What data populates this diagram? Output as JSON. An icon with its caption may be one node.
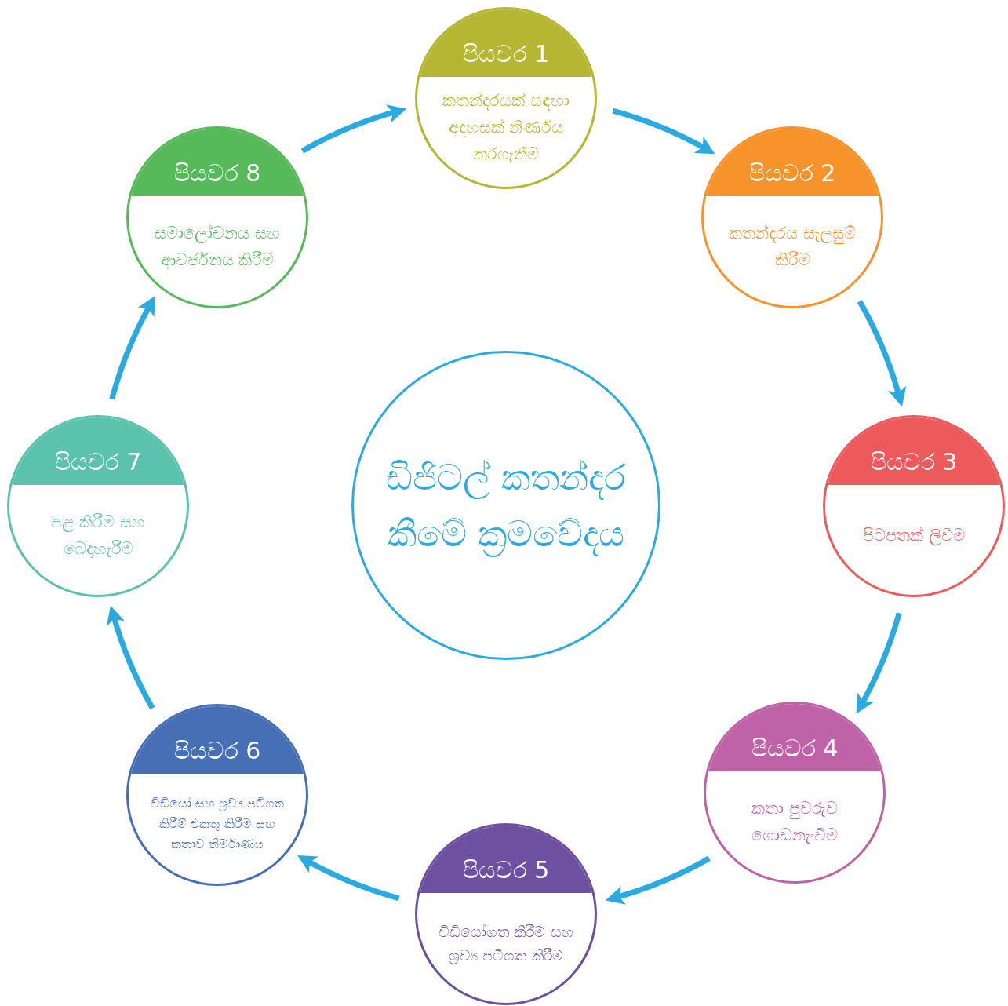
{
  "diagram": {
    "nodes": [
      {
        "text": [
          "පියවර 1",
          "කතන්දරයක් සඳහා අදහසක් නිර්ණය කරගැනීම"
        ]
      },
      {
        "text": [
          "පියවර 2",
          "කතන්දරය සැලසුම් කිරීම"
        ]
      },
      {
        "text": [
          "පියවර 3",
          "පිටපතක් ලිවීම"
        ]
      },
      {
        "text": [
          "පියවර 4",
          "කතා පුවරුව ගොඩනැංවීම"
        ]
      },
      {
        "text": [
          "පියවර 5",
          "වීඩියෝගත කිරීම සහ ශ්‍රව්‍ය පටිගත කිරීම"
        ]
      },
      {
        "text": [
          "පියවර 6",
          "වීඩියෝ සහ ශ්‍රව්‍ය පටිගත කිරීම් එකතු කිරීම සහ කතාව නිර්මාණය"
        ]
      },
      {
        "text": [
          "පියවර 7",
          "පළ කිරීම සහ බෙදාහැරීම"
        ]
      },
      {
        "text": [
          "පියවර 8",
          "සමාලෝචනය සහ ආවර්ජනය කිරීම"
        ]
      },
      {
        "text": [
          "ඩිජිටල් කතන්දර කීමේ ක්‍රමවේදය"
        ]
      }
    ],
    "edges": [
      {
        "from": 0,
        "to": 1,
        "arrow": "to"
      },
      {
        "from": 1,
        "to": 2,
        "arrow": "to"
      },
      {
        "from": 2,
        "to": 3,
        "arrow": "to"
      },
      {
        "from": 3,
        "to": 4,
        "arrow": "to"
      },
      {
        "from": 4,
        "to": 5,
        "arrow": "to"
      },
      {
        "from": 5,
        "to": 6,
        "arrow": "to"
      },
      {
        "from": 6,
        "to": 7,
        "arrow": "to"
      },
      {
        "from": 7,
        "to": 0,
        "arrow": "to"
      }
    ]
  }
}
